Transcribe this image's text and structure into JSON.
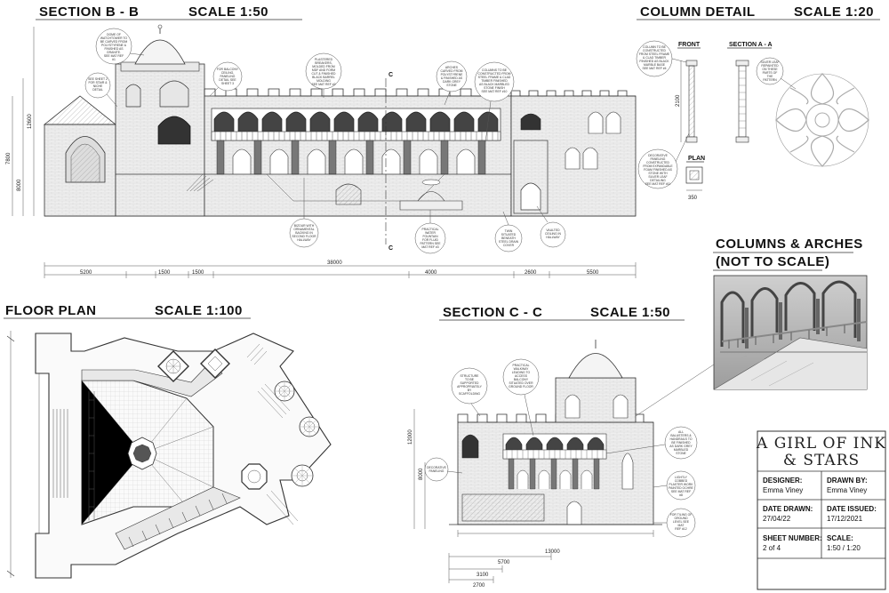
{
  "titles": {
    "section_bb": "SECTION B - B",
    "section_bb_scale": "SCALE  1:50",
    "column_detail": "COLUMN DETAIL",
    "column_detail_scale": "SCALE 1:20",
    "floor_plan": "FLOOR PLAN",
    "floor_plan_scale": "SCALE  1:100",
    "section_cc": "SECTION C - C",
    "section_cc_scale": "SCALE  1:50",
    "columns_arches_1": "COLUMNS & ARCHES",
    "columns_arches_2": "(NOT TO SCALE)"
  },
  "section_bb": {
    "dims_h": [
      "5200",
      "1500",
      "1500",
      "38000",
      "4000",
      "2600",
      "5500"
    ],
    "dims_v": [
      "7800",
      "8000",
      "12600"
    ],
    "section_markers": [
      "C",
      "C"
    ],
    "notes": [
      [
        "DOME OF",
        "WATCHTOWER TO",
        "BE CARVED FROM",
        "POLYSTYRENE &",
        "FINISHED AS",
        "GRANITE.",
        "SEE MAT REF",
        "#1"
      ],
      [
        "SEE SHEET 2",
        "FOR STAIR &",
        "NICHE",
        "DETAIL"
      ],
      [
        "FOR BALCONY",
        "CEILING,",
        "PANELING",
        "DETAIL SEE",
        "SHEET 3"
      ],
      [
        "PLASTERED",
        "BREAKERS,",
        "MOLDED FROM",
        "MDF AND FORM",
        "CUT & FINISHED",
        "BLACK BARREL",
        "MOLDING",
        "SEE MAT REF #2"
      ],
      [
        "ARCHES",
        "CARVED FROM",
        "POLYSTYRENE",
        "& FINISHED AS",
        "DARK GREY",
        "STONE"
      ],
      [
        "COLUMNS TO BE",
        "CONSTRUCTED FROM",
        "STEEL FRAME & CLAD",
        "TIMBER FINISHED",
        "AS BLACK MARBLED",
        "STONE FINISH",
        "SEE MAT REF #10"
      ],
      [
        "BIZOUR WITH",
        "ORNAMENTAL",
        "BACKING IN",
        "SECOND FLOOR",
        "HALLWAY"
      ],
      [
        "PRACTICAL",
        "WATER",
        "FOUNTAIN",
        "FOR FLUID",
        "PATTERN SEE",
        "MAT REF #3"
      ],
      [
        "TWIN",
        "SITUATED",
        "BENEATH",
        "STEEL DRAIN",
        "COVER"
      ],
      [
        "VAULTED",
        "CEILING IN",
        "HALLWAY"
      ]
    ]
  },
  "column_detail": {
    "front_label": "FRONT",
    "section_label": "SECTION A - A",
    "plan_label": "PLAN",
    "height_dim": "2100",
    "width_dim": "350",
    "notes": [
      [
        "COLUMN TO BE",
        "CONSTRUCTED",
        "FROM STEEL FRAME",
        "& CLAD TIMBER",
        "FINISHED AS BLACK",
        "MARBLE BASE",
        "SEE MAT REF #4"
      ],
      [
        "DECORATIVE",
        "PANELING",
        "CONSTRUCTED",
        "FROM EXPANDABLE",
        "FOAM FINISHED AS",
        "STONE WITH",
        "SILVER LEAF",
        "DETAILING",
        "SEE MAT REF #11"
      ],
      [
        "SILVER LEAF",
        "REPAINTED",
        "ON THESE",
        "PARTS OF",
        "THE",
        "PATTERN"
      ]
    ]
  },
  "section_cc": {
    "dims_h": [
      "13000",
      "5700",
      "3100",
      "2700"
    ],
    "dims_v": [
      "12000",
      "8000"
    ],
    "notes": [
      [
        "STRUCTURE",
        "TO BE",
        "SUPPORTED",
        "APPROPRIATELY",
        "BY",
        "SCAFFOLDING"
      ],
      [
        "PRACTICAL",
        "WALKWAY",
        "LEADING TO",
        "ACCESS",
        "BALCONY",
        "SITUATED OVER",
        "GROUND FLOOR"
      ],
      [
        "DECORATIVE",
        "PANELING"
      ],
      [
        "ALL",
        "BALUSTERS &",
        "HANDRAILS TO",
        "BE FINISHED",
        "AS DARK GREY",
        "MARBLED",
        "STONE"
      ],
      [
        "LIGHTLY",
        "COBBED",
        "PLASTER WORK",
        "PAINTED OCHRE",
        "SEE MAT REF",
        "#8"
      ],
      [
        "FOR TILING OF",
        "GROUND",
        "LEVEL SEE",
        "MAT",
        "REF #12"
      ]
    ]
  },
  "title_block": {
    "brand_line1": "A GIRL OF INK",
    "brand_line2": "& STARS",
    "designer_label": "DESIGNER:",
    "designer_value": "Emma Viney",
    "drawn_by_label": "DRAWN BY:",
    "drawn_by_value": "Emma Viney",
    "date_drawn_label": "DATE DRAWN:",
    "date_drawn_value": "27/04/22",
    "date_issued_label": "DATE ISSUED:",
    "date_issued_value": "17/12/2021",
    "sheet_number_label": "SHEET NUMBER:",
    "sheet_number_value": "2 of 4",
    "scale_label": "SCALE:",
    "scale_value": "1:50 / 1:20"
  },
  "colors": {
    "line": "#333333",
    "wall_fill": "#f2f2f2",
    "render_sky": "#d9d9d9"
  }
}
